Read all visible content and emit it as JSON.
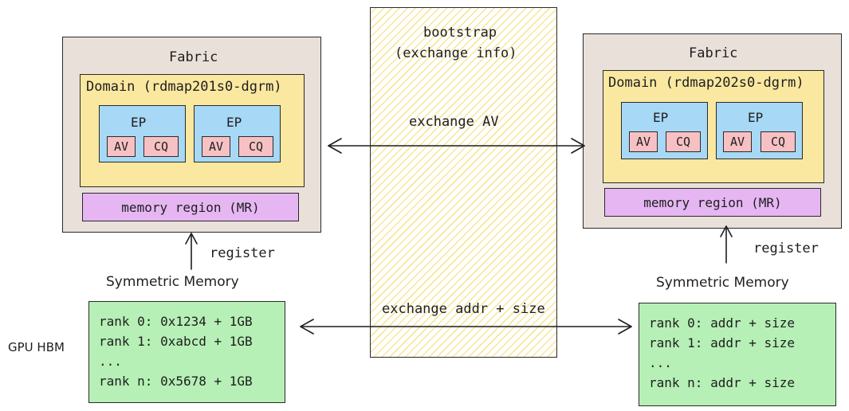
{
  "bootstrap": {
    "title_line1": "bootstrap",
    "title_line2": "(exchange info)",
    "exchange_av": "exchange AV",
    "exchange_addr": "exchange addr + size"
  },
  "left": {
    "fabric_label": "Fabric",
    "domain_label": "Domain (rdmap201s0-dgrm)",
    "endpoints": [
      {
        "label": "EP",
        "av": "AV",
        "cq": "CQ"
      },
      {
        "label": "EP",
        "av": "AV",
        "cq": "CQ"
      }
    ],
    "mr_label": "memory region (MR)",
    "register_label": "register",
    "symmetric_label": "Symmetric Memory",
    "ranks": [
      "rank 0: 0x1234 + 1GB",
      "rank 1: 0xabcd + 1GB",
      "...",
      "rank n: 0x5678 + 1GB"
    ]
  },
  "right": {
    "fabric_label": "Fabric",
    "domain_label": "Domain (rdmap202s0-dgrm)",
    "endpoints": [
      {
        "label": "EP",
        "av": "AV",
        "cq": "CQ"
      },
      {
        "label": "EP",
        "av": "AV",
        "cq": "CQ"
      }
    ],
    "mr_label": "memory region (MR)",
    "register_label": "register",
    "symmetric_label": "Symmetric Memory",
    "ranks": [
      "rank 0: addr + size",
      "rank 1: addr + size",
      "...",
      "rank n: addr + size"
    ]
  },
  "gpu_hbm_label": "GPU HBM",
  "colors": {
    "fabric": "#eae0da",
    "domain": "#fbe8a0",
    "endpoint": "#a7d8f5",
    "av_cq": "#f7c1c3",
    "memory_region": "#e6b6f3",
    "symmetric_memory": "#b6f0b6",
    "bootstrap_hatch": "#f4d246"
  }
}
